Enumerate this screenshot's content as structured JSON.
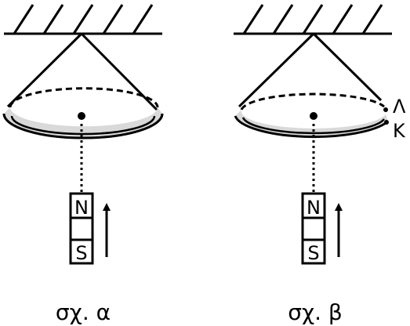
{
  "figures": [
    {
      "caption": "σχ. α",
      "magnet": {
        "north_label": "N",
        "south_label": "S",
        "motion": "up"
      },
      "ring": "closed"
    },
    {
      "caption": "σχ. β",
      "magnet": {
        "north_label": "N",
        "south_label": "S",
        "motion": "up"
      },
      "ring": "open",
      "end_labels": {
        "upper": "Λ",
        "lower": "Κ"
      }
    }
  ],
  "colors": {
    "ink": "#000000",
    "ring_fill": "#d9d9d9"
  }
}
